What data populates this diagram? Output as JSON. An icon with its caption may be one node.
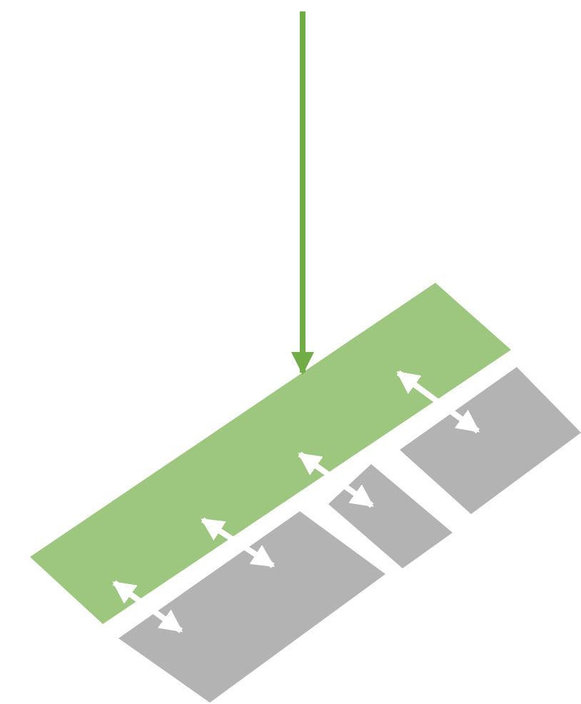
{
  "diagram": {
    "nodes": [
      {
        "text": [],
        "shape": "bar"
      },
      {
        "text": [],
        "shape": "box"
      },
      {
        "text": [],
        "shape": "box"
      },
      {
        "text": [],
        "shape": "box"
      }
    ],
    "edges": [
      {
        "from": null,
        "to": 0,
        "arrow": "to",
        "color": "#70ad47"
      },
      {
        "from": 0,
        "to": 1,
        "arrow": "both"
      },
      {
        "from": 0,
        "to": 1,
        "arrow": "both"
      },
      {
        "from": 0,
        "to": 2,
        "arrow": "both"
      },
      {
        "from": 0,
        "to": 3,
        "arrow": "both"
      }
    ]
  }
}
